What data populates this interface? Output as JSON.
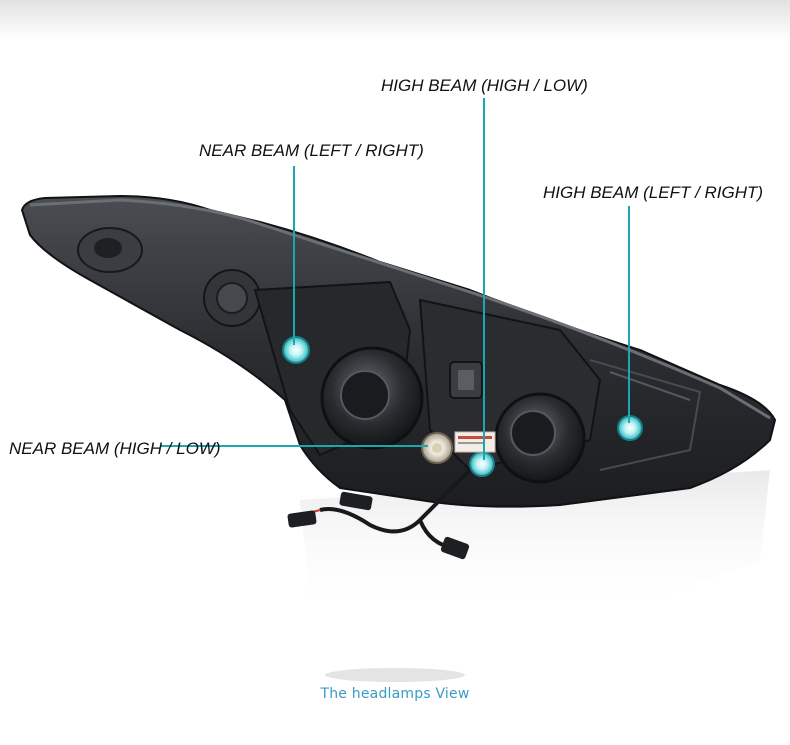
{
  "labels": {
    "high_beam_high_low": "HIGH BEAM  (HIGH  / LOW)",
    "near_beam_left_right": "NEAR BEAM (LEFT / RIGHT)",
    "high_beam_left_right": "HIGH BEAM (LEFT / RIGHT)",
    "near_beam_high_low": "NEAR BEAM (HIGH / LOW)"
  },
  "caption": "The headlamps View",
  "colors": {
    "leader_line": "#1aa7b0",
    "caption": "#3a9cc4",
    "label_text": "#111111",
    "housing": "#2a2c30"
  }
}
